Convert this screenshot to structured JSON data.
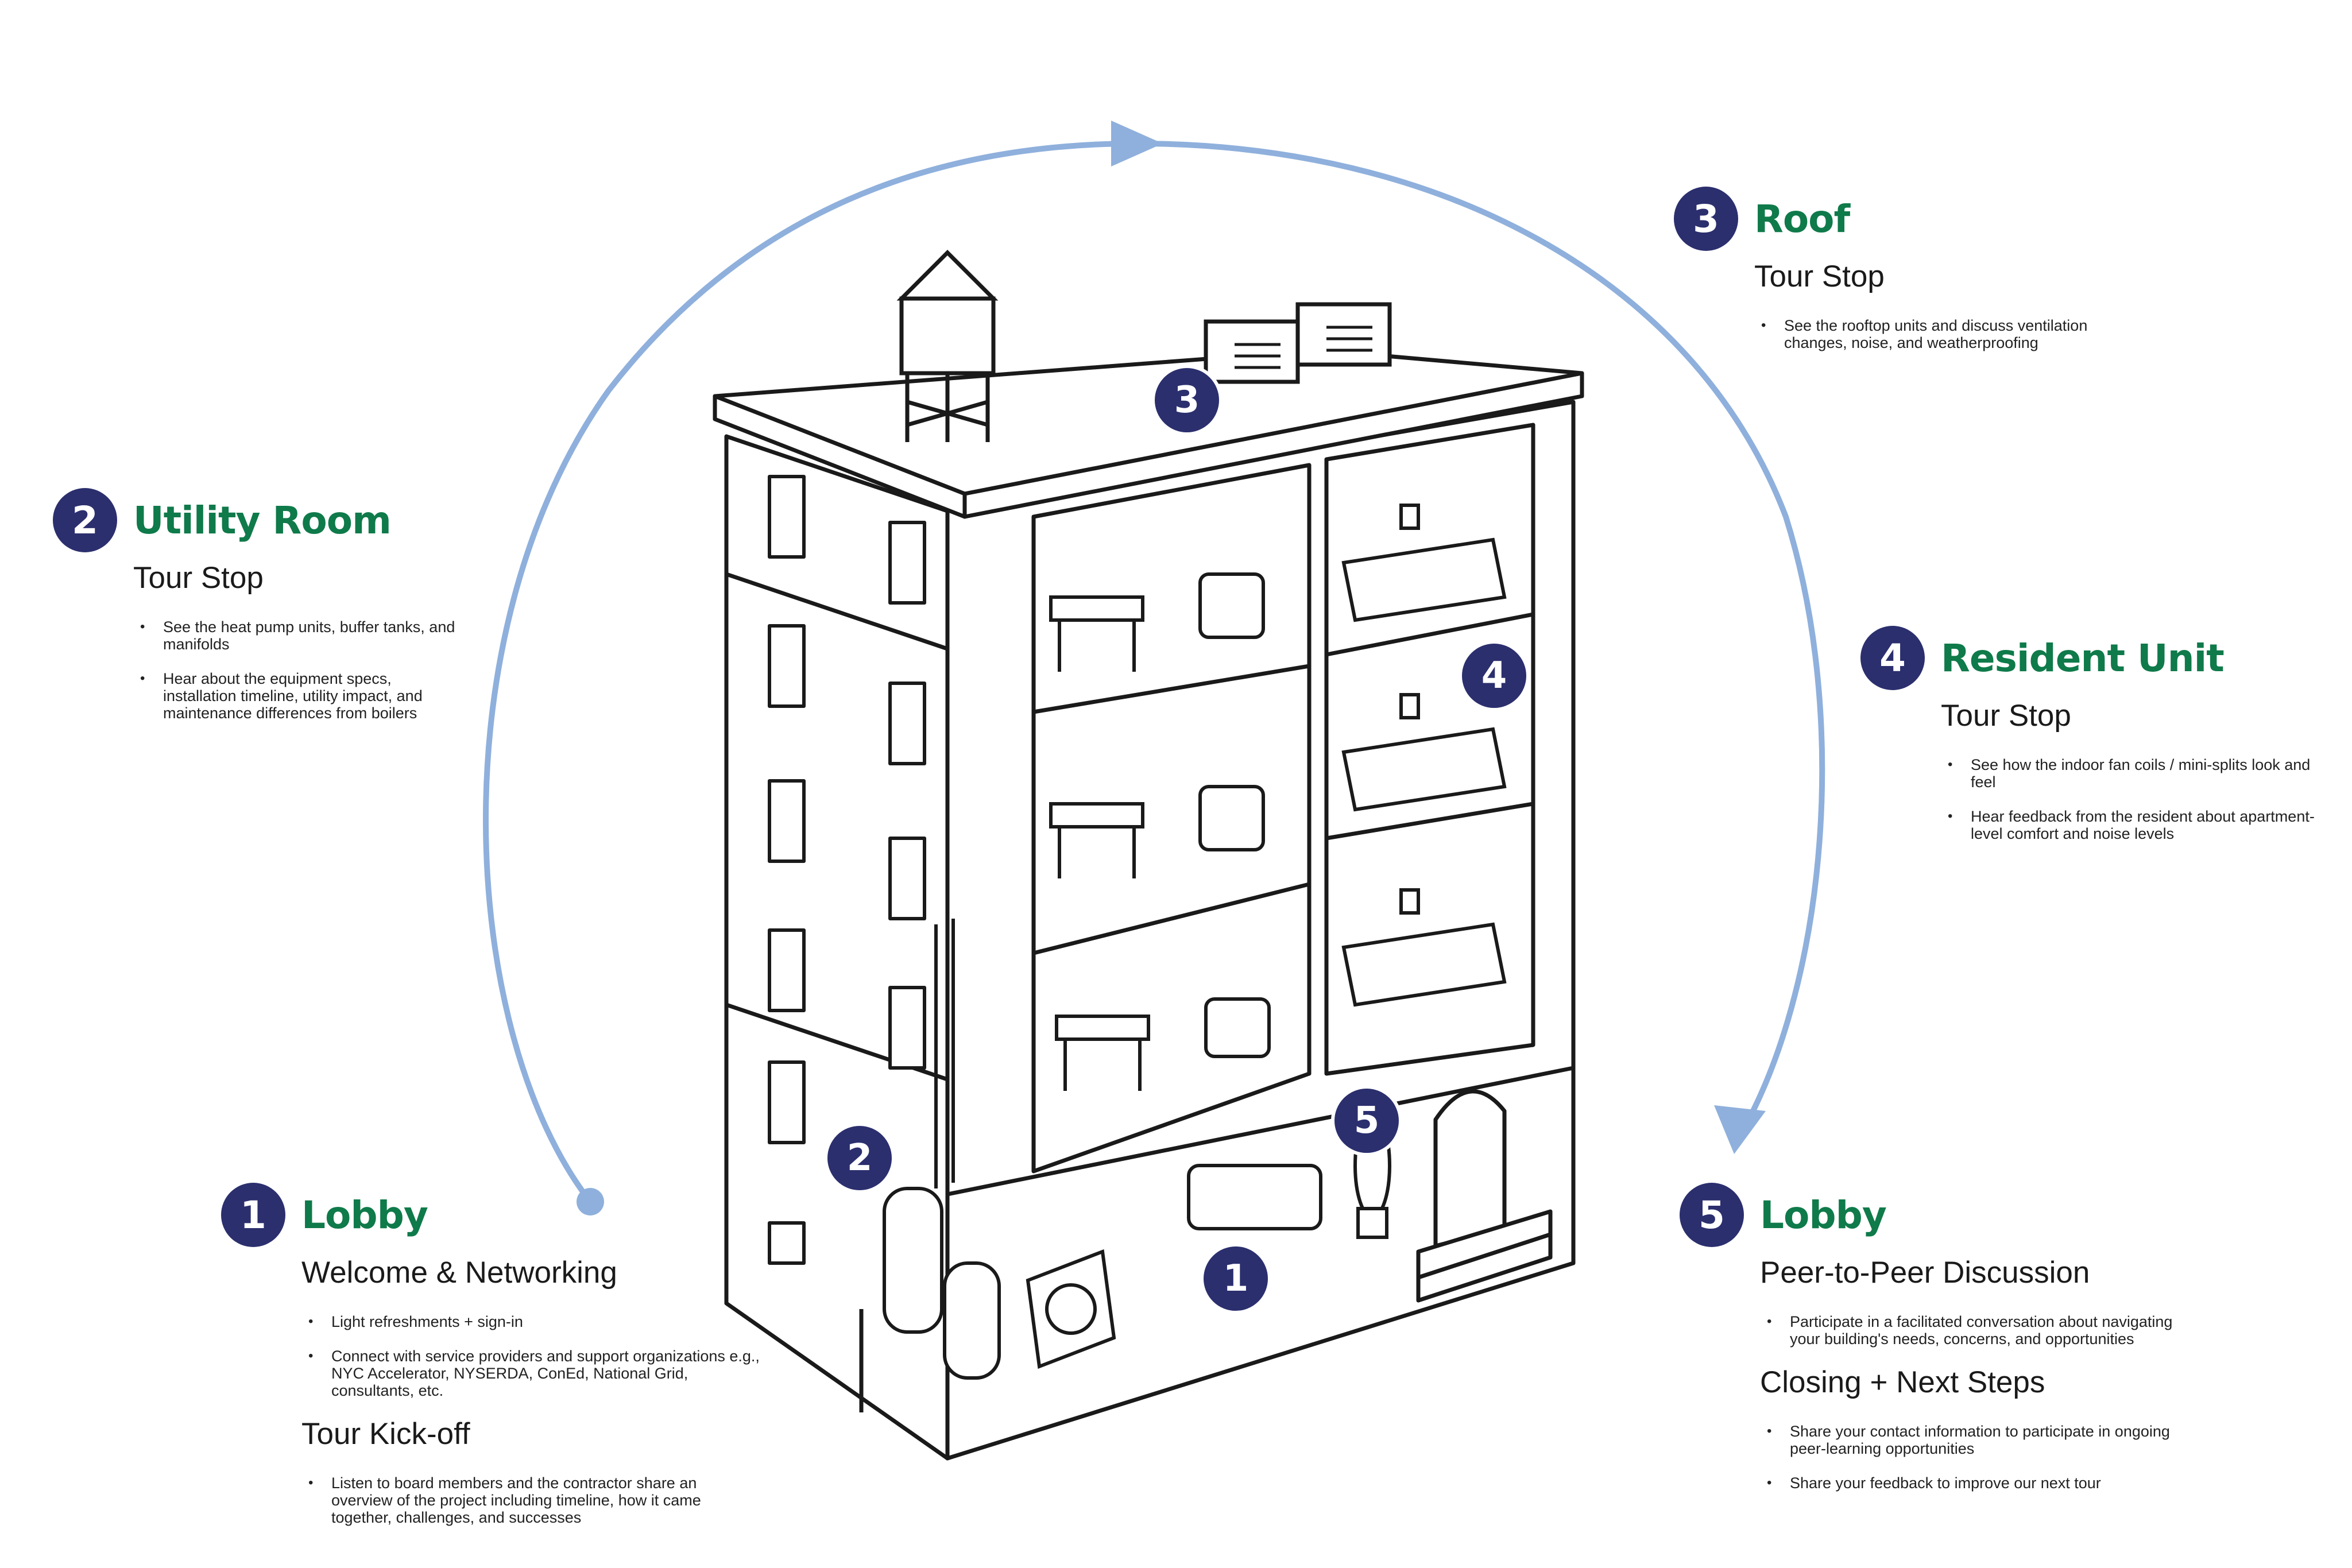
{
  "colors": {
    "accent_green": "#0f7a4a",
    "badge_navy": "#2b2f6e",
    "arrow_blue": "#8fb0dc",
    "ink": "#1a1a1a"
  },
  "stops": [
    {
      "number": "1",
      "title": "Lobby",
      "subtitle": "Welcome & Networking",
      "bullets": [
        "Light refreshments + sign-in",
        "Connect with service providers and support organizations e.g., NYC Accelerator, NYSERDA, ConEd, National Grid, consultants, etc."
      ],
      "subtitle2": "Tour Kick-off",
      "bullets2": [
        "Listen to board members and the contractor share an overview of the project including timeline, how it came together, challenges, and successes"
      ]
    },
    {
      "number": "2",
      "title": "Utility Room",
      "subtitle": "Tour Stop",
      "bullets": [
        "See the heat pump units, buffer tanks, and manifolds",
        "Hear about the equipment specs, installation timeline, utility impact, and maintenance differences from boilers"
      ]
    },
    {
      "number": "3",
      "title": "Roof",
      "subtitle": "Tour Stop",
      "bullets": [
        "See the rooftop units and discuss ventilation changes, noise, and weatherproofing"
      ]
    },
    {
      "number": "4",
      "title": "Resident Unit",
      "subtitle": "Tour Stop",
      "bullets": [
        "See how the indoor fan coils / mini-splits look and feel",
        "Hear feedback from the resident about apartment-level comfort and noise levels"
      ]
    },
    {
      "number": "5",
      "title": "Lobby",
      "subtitle": "Peer-to-Peer Discussion",
      "bullets": [
        "Participate in a facilitated conversation about navigating your building's needs, concerns, and opportunities"
      ],
      "subtitle2": "Closing + Next Steps",
      "bullets2": [
        "Share your contact information to participate in ongoing peer-learning opportunities",
        "Share your feedback to improve our next tour"
      ]
    }
  ],
  "map_markers": [
    "1",
    "2",
    "3",
    "4",
    "5"
  ],
  "icons": {
    "tour_arrow": "tour-path-arrow",
    "building": "apartment-building-illustration",
    "water_tower": "water-tower-icon",
    "rooftop_unit": "rooftop-hvac-unit-icon",
    "heat_pump": "heat-pump-unit-icon",
    "buffer_tank": "buffer-tank-icon",
    "dining_set": "dining-table-icon",
    "armchair": "armchair-icon",
    "bed": "bed-icon",
    "sofa": "sofa-icon",
    "plant": "potted-plant-icon",
    "front_door": "front-door-icon"
  }
}
